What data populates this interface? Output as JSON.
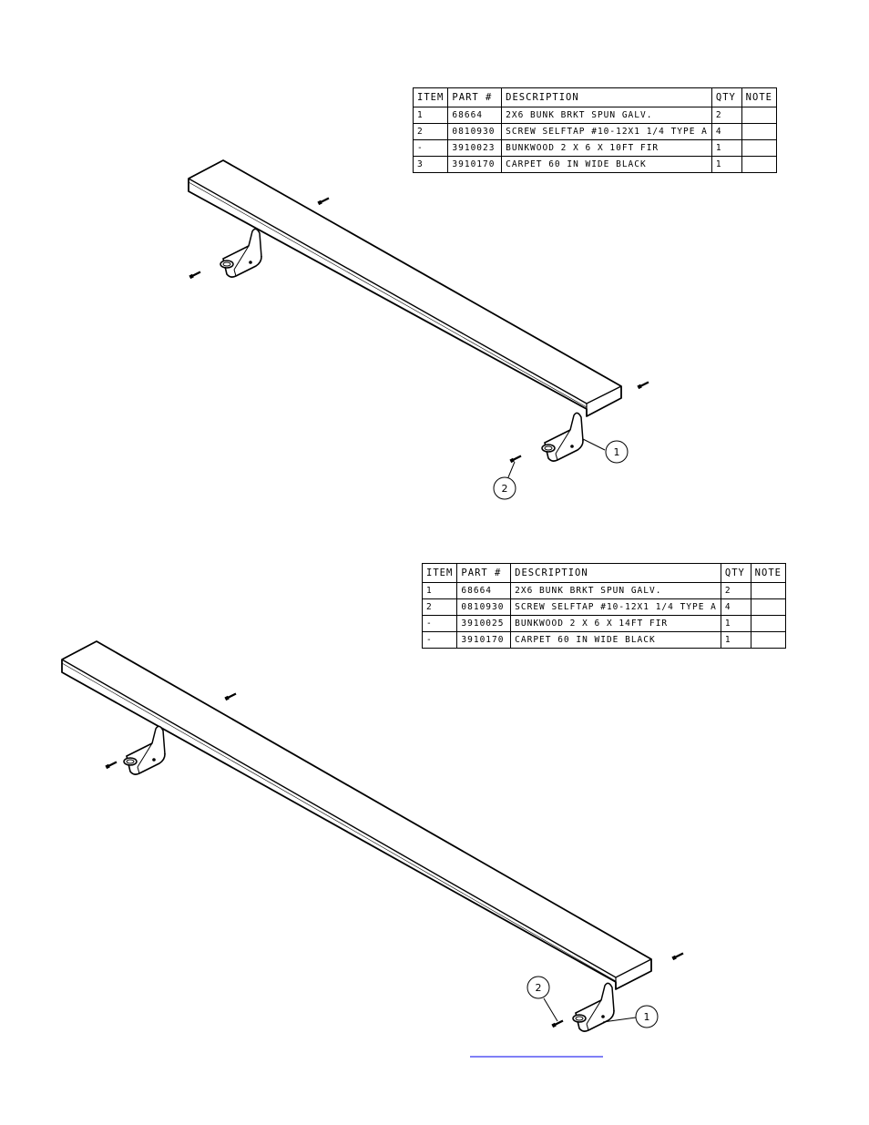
{
  "bom_tables": [
    {
      "headers": {
        "item": "ITEM",
        "part": "PART #",
        "description": "DESCRIPTION",
        "qty": "QTY",
        "note": "NOTE"
      },
      "rows": [
        {
          "item": "1",
          "part": "68664",
          "description": "2X6 BUNK BRKT SPUN GALV.",
          "qty": "2",
          "note": ""
        },
        {
          "item": "2",
          "part": "0810930",
          "description": "SCREW SELFTAP #10-12X1 1/4 TYPE A",
          "qty": "4",
          "note": ""
        },
        {
          "item": "-",
          "part": "3910023",
          "description": "BUNKWOOD   2 X 6 X 10FT FIR",
          "qty": "1",
          "note": ""
        },
        {
          "item": "3",
          "part": "3910170",
          "description": "CARPET 60 IN WIDE BLACK",
          "qty": "1",
          "note": ""
        }
      ]
    },
    {
      "headers": {
        "item": "ITEM",
        "part": "PART #",
        "description": "DESCRIPTION",
        "qty": "QTY",
        "note": "NOTE"
      },
      "rows": [
        {
          "item": "1",
          "part": "68664",
          "description": "2X6 BUNK BRKT SPUN GALV.",
          "qty": "2",
          "note": ""
        },
        {
          "item": "2",
          "part": "0810930",
          "description": "SCREW SELFTAP #10-12X1 1/4 TYPE A",
          "qty": "4",
          "note": ""
        },
        {
          "item": "-",
          "part": "3910025",
          "description": "BUNKWOOD   2 X 6 X 14FT FIR",
          "qty": "1",
          "note": ""
        },
        {
          "item": "-",
          "part": "3910170",
          "description": "CARPET 60 IN WIDE BLACK",
          "qty": "1",
          "note": ""
        }
      ]
    }
  ],
  "balloons": {
    "top": {
      "bracket": "1",
      "screw": "2"
    },
    "bottom": {
      "bracket": "1",
      "screw": "2"
    }
  },
  "colors": {
    "line": "#000000",
    "link": "#0000ee"
  }
}
